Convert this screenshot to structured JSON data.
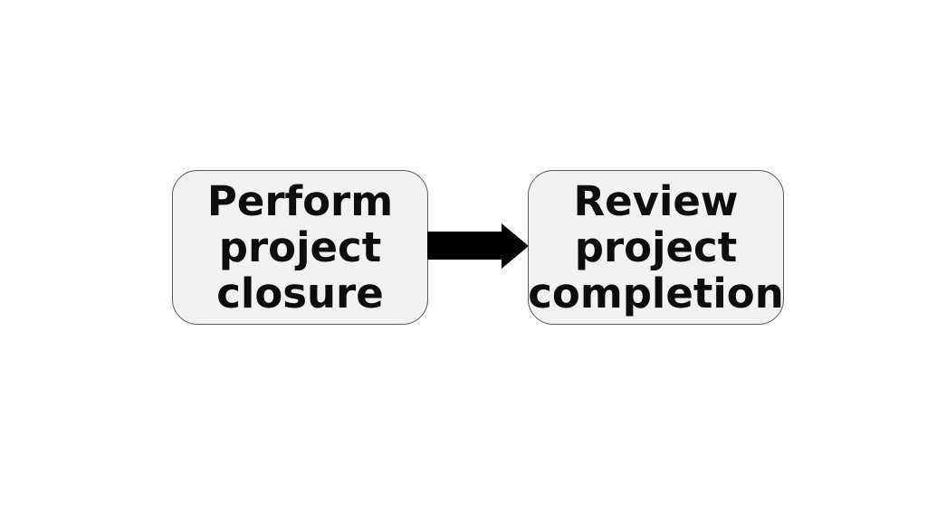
{
  "diagram": {
    "background_color": "#ffffff",
    "nodes": [
      {
        "id": "perform-project-closure",
        "lines": [
          "Perform",
          "project",
          "closure"
        ],
        "fill_color": "#f2f2f2",
        "border_color": "#5a5a5a",
        "text_color": "#0d0d0d"
      },
      {
        "id": "review-project-completion",
        "lines": [
          "Review",
          "project",
          "completion"
        ],
        "fill_color": "#f2f2f2",
        "border_color": "#5a5a5a",
        "text_color": "#0d0d0d"
      }
    ],
    "connector": {
      "type": "block-arrow-right",
      "color": "#000000"
    }
  }
}
